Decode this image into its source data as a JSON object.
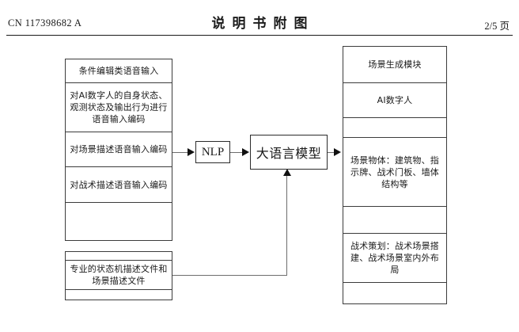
{
  "header": {
    "publication_number": "CN 117398682 A",
    "title": "说明书附图",
    "page_number": "2/5 页"
  },
  "diagram": {
    "input_table": {
      "name": "voice-input-encoding-table",
      "rows": [
        {
          "label": "条件编辑类语音输入",
          "empty": false
        },
        {
          "label": "对AI数字人的自身状态、观测状态及输出行为进行语音输入编码",
          "empty": false
        },
        {
          "label": "对场景描述语音输入编码",
          "empty": false
        },
        {
          "label": "对战术描述语音输入编码",
          "empty": false
        },
        {
          "label": "",
          "empty": true
        }
      ]
    },
    "document_table": {
      "name": "description-files-table",
      "rows": [
        {
          "label": "",
          "empty": true
        },
        {
          "label": "专业的状态机描述文件和场景描述文件",
          "empty": false
        },
        {
          "label": "",
          "empty": true
        }
      ]
    },
    "nlp_node": {
      "label": "NLP"
    },
    "llm_node": {
      "label": "大语言模型"
    },
    "output_table": {
      "name": "scene-generation-module-table",
      "rows": [
        {
          "label": "场景生成模块",
          "empty": false
        },
        {
          "label": "AI数字人",
          "empty": false
        },
        {
          "label": "",
          "empty": true
        },
        {
          "label": "场景物体：建筑物、指示牌、战术门板、墙体结构等",
          "empty": false
        },
        {
          "label": "",
          "empty": true
        },
        {
          "label": "战术策划：战术场景搭建、战术场景室内外布局",
          "empty": false
        },
        {
          "label": "",
          "empty": true
        }
      ]
    },
    "connectors": [
      {
        "name": "input-to-nlp",
        "from": "voice-input-encoding-table",
        "to": "NLP",
        "direction": "right"
      },
      {
        "name": "nlp-to-llm",
        "from": "NLP",
        "to": "大语言模型",
        "direction": "right"
      },
      {
        "name": "llm-to-output",
        "from": "大语言模型",
        "to": "scene-generation-module-table",
        "direction": "right"
      },
      {
        "name": "documents-to-llm",
        "from": "description-files-table",
        "to": "大语言模型",
        "direction": "up"
      }
    ]
  },
  "colors": {
    "ink": "#1a1a1a",
    "box_border": "#3c3c3c",
    "connector": "#6e6e6e",
    "arrow": "#111111",
    "background": "#ffffff"
  }
}
